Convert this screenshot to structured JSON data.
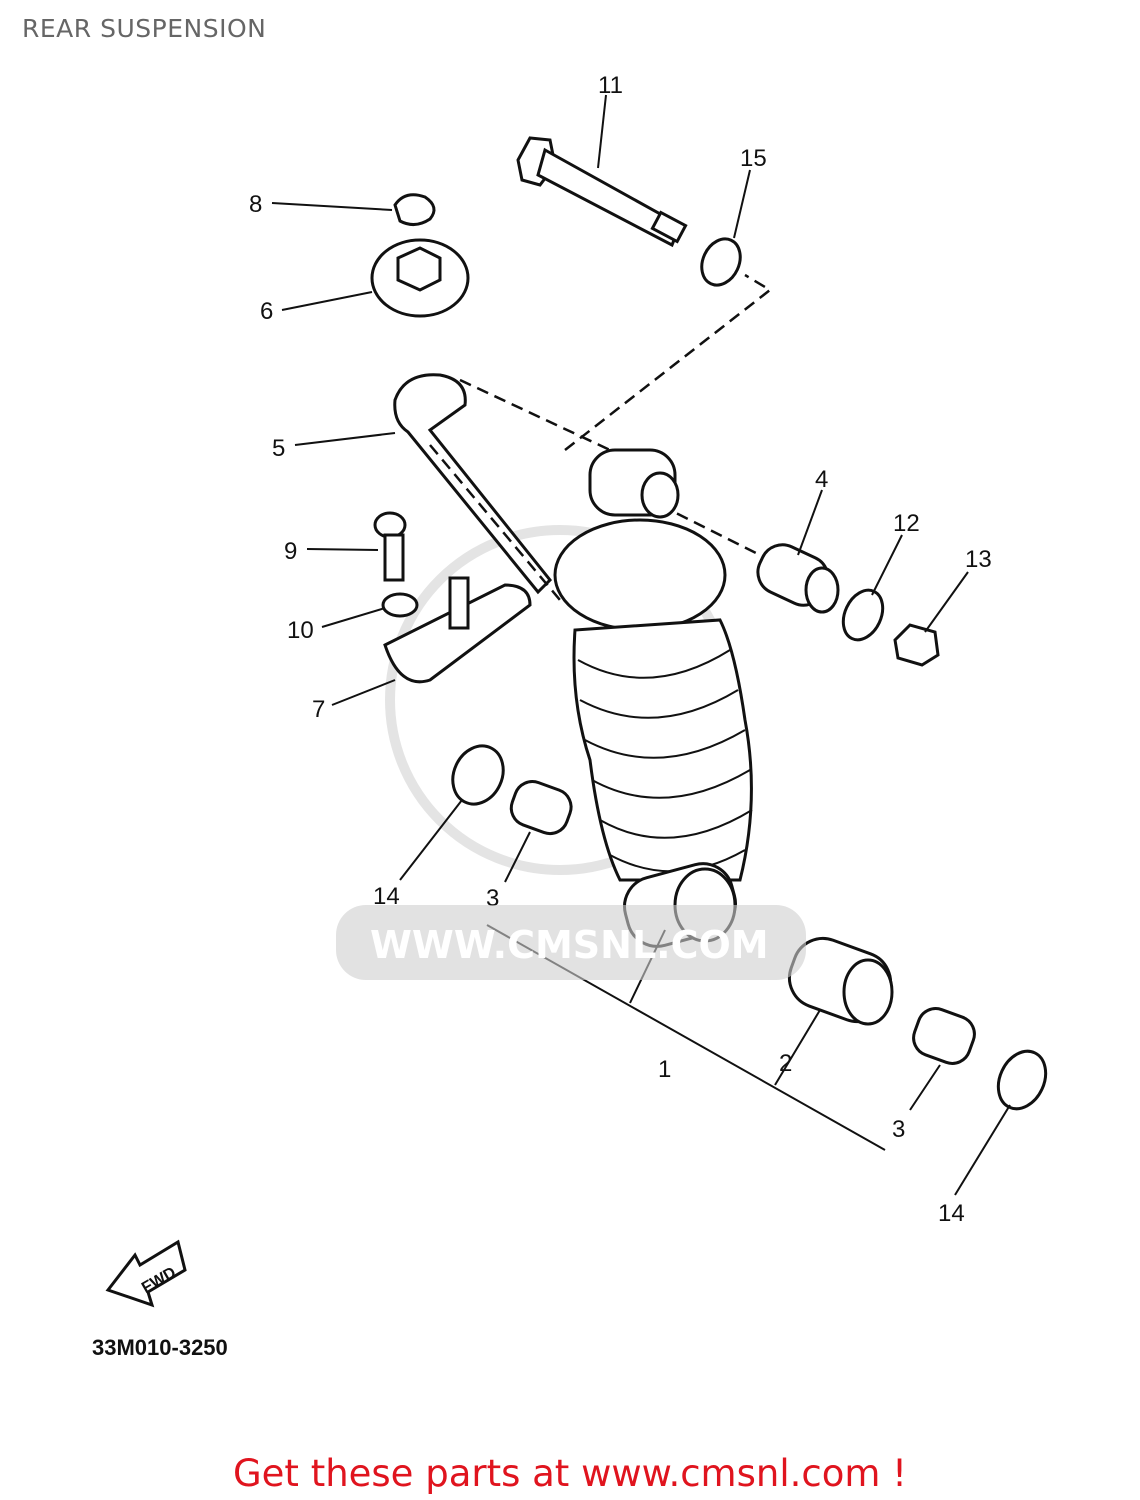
{
  "title": "REAR SUSPENSION",
  "diagram": {
    "callouts": {
      "c1": "1",
      "c2": "2",
      "c3a": "3",
      "c3b": "3",
      "c4": "4",
      "c5": "5",
      "c6": "6",
      "c7": "7",
      "c8": "8",
      "c9": "9",
      "c10": "10",
      "c11": "11",
      "c12": "12",
      "c13": "13",
      "c14a": "14",
      "c14b": "14",
      "c15": "15"
    },
    "fwd_label": "FWD",
    "diagram_code": "33M010-3250",
    "watermark": "WWW.CMSNL.COM"
  },
  "footer": "Get these parts at www.cmsnl.com !"
}
